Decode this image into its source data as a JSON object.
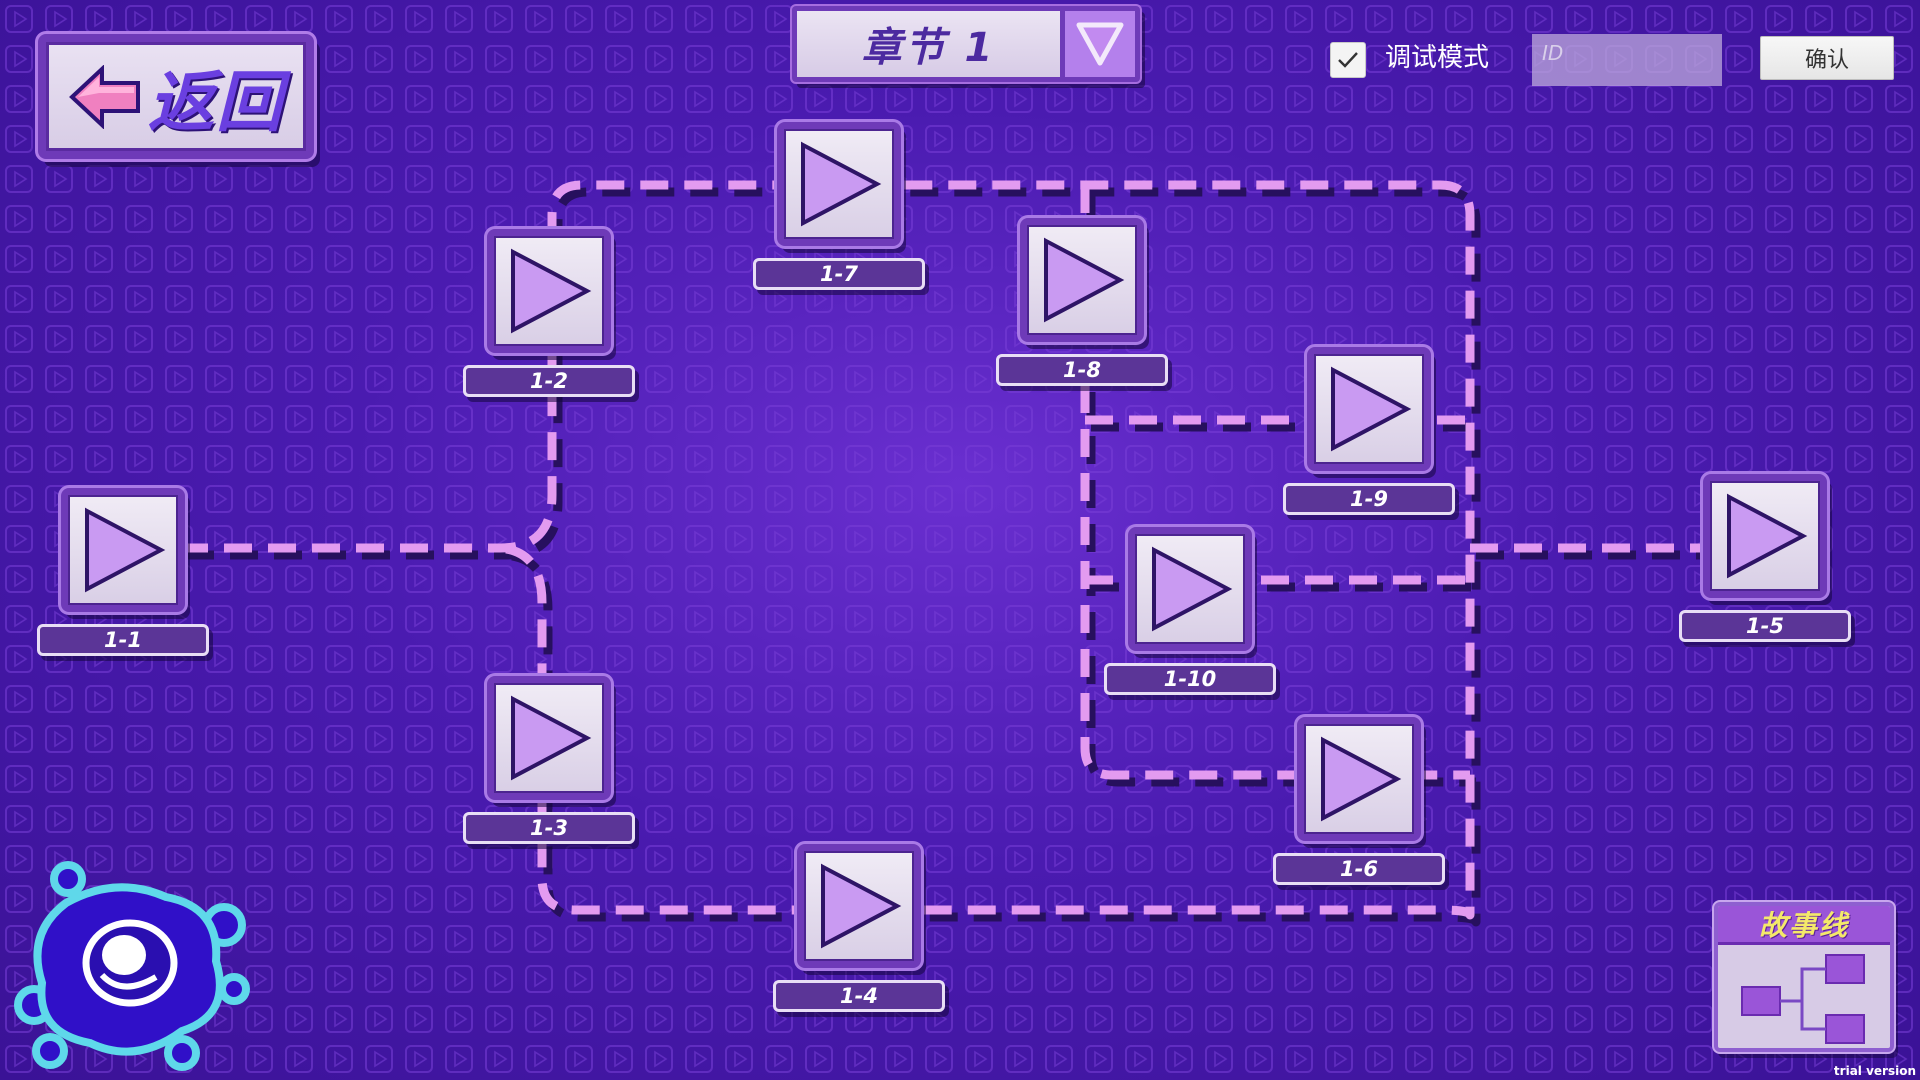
{
  "back_button": {
    "label": "返回",
    "icon": "arrow-left-icon",
    "accent": "#f080c0"
  },
  "chapter_selector": {
    "title": "章节 1",
    "icon": "chevron-down-icon"
  },
  "debug": {
    "checkbox_checked": true,
    "label": "调试模式",
    "id_placeholder": "ID",
    "id_value": "",
    "confirm_label": "确认"
  },
  "levels": [
    {
      "id": "1-1",
      "label": "1-1",
      "icon": "play-icon"
    },
    {
      "id": "1-2",
      "label": "1-2",
      "icon": "play-icon"
    },
    {
      "id": "1-3",
      "label": "1-3",
      "icon": "play-icon"
    },
    {
      "id": "1-4",
      "label": "1-4",
      "icon": "play-icon"
    },
    {
      "id": "1-5",
      "label": "1-5",
      "icon": "play-icon"
    },
    {
      "id": "1-6",
      "label": "1-6",
      "icon": "play-icon"
    },
    {
      "id": "1-7",
      "label": "1-7",
      "icon": "play-icon"
    },
    {
      "id": "1-8",
      "label": "1-8",
      "icon": "play-icon"
    },
    {
      "id": "1-9",
      "label": "1-9",
      "icon": "play-icon"
    },
    {
      "id": "1-10",
      "label": "1-10",
      "icon": "play-icon"
    }
  ],
  "storyline_button": {
    "label": "故事线",
    "icon": "flowchart-icon"
  },
  "logo": {
    "icon": "blob-logo-icon"
  },
  "watermark": "trial version",
  "colors": {
    "background": "#4a1bb0",
    "path_dash": "#e39bf0",
    "tile_frame": "#6e3ab8",
    "play_fill": "#c99af2",
    "label_bg": "#5b3597"
  }
}
